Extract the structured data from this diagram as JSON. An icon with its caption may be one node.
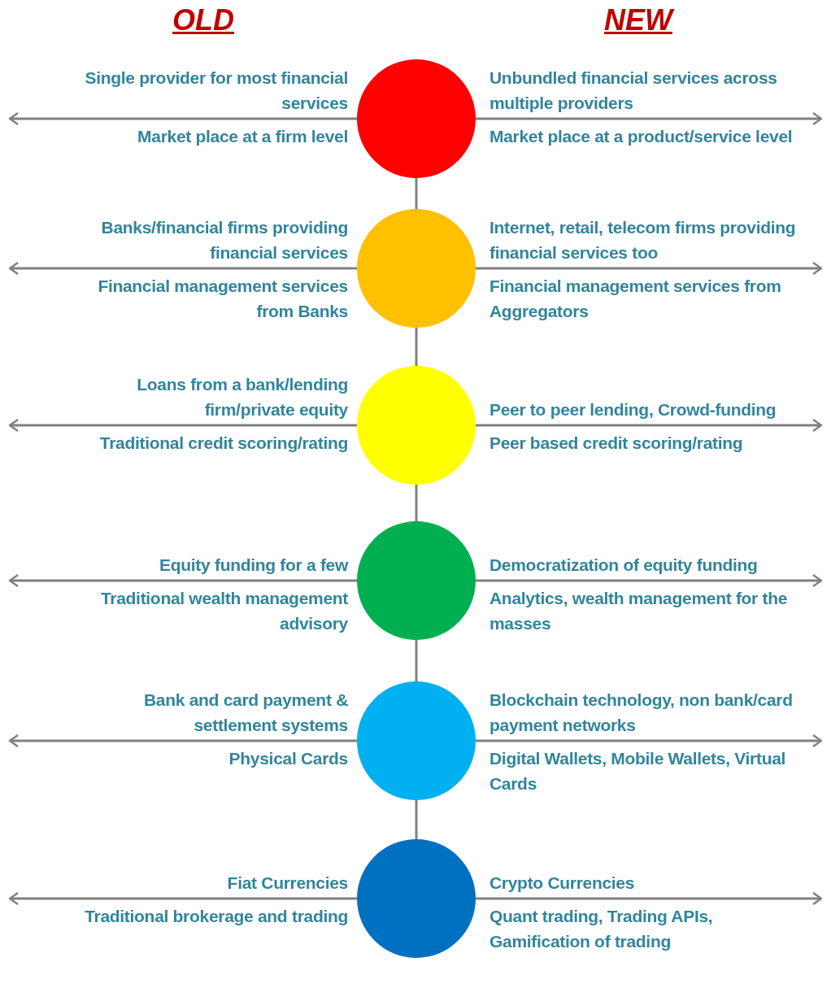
{
  "diagram": {
    "nodes": [
      {
        "text": [],
        "shape": "circle",
        "beside": [
          "Single provider for most financial services",
          "Market place at a firm level",
          "Unbundled financial services across multiple providers",
          "Market place at a product/service level"
        ]
      },
      {
        "text": [],
        "shape": "circle",
        "beside": [
          "Banks/financial firms providing financial services",
          "Financial management services from Banks",
          "Internet, retail, telecom firms providing financial services too",
          "Financial management services from Aggregators"
        ]
      },
      {
        "text": [],
        "shape": "circle",
        "beside": [
          "Loans from a bank/lending firm/private equity",
          "Traditional credit scoring/rating",
          "Peer to peer lending, Crowd-funding",
          "Peer based credit scoring/rating"
        ]
      },
      {
        "text": [],
        "shape": "circle",
        "beside": [
          "Equity funding for a few",
          "Traditional wealth management advisory",
          "Democratization of equity funding",
          "Analytics, wealth management for the masses"
        ]
      },
      {
        "text": [],
        "shape": "circle",
        "beside": [
          "Bank and card payment & settlement systems",
          "Physical Cards",
          "Blockchain technology, non bank/card payment networks",
          "Digital Wallets, Mobile Wallets, Virtual Cards"
        ]
      },
      {
        "text": [],
        "shape": "circle",
        "beside": [
          "Fiat Currencies",
          "Traditional brokerage and trading",
          "Crypto Currencies",
          "Quant trading, Trading APIs, Gamification of trading"
        ]
      }
    ],
    "edges": [
      {
        "from": 0,
        "to": 1,
        "arrow": "none"
      },
      {
        "from": 1,
        "to": 2,
        "arrow": "none"
      },
      {
        "from": 2,
        "to": 3,
        "arrow": "none"
      },
      {
        "from": 3,
        "to": 4,
        "arrow": "none"
      },
      {
        "from": 4,
        "to": 5,
        "arrow": "none"
      },
      {
        "from": 0,
        "to": null,
        "arrow": "to"
      },
      {
        "from": 0,
        "to": null,
        "arrow": "to"
      },
      {
        "from": 1,
        "to": null,
        "arrow": "to"
      },
      {
        "from": 1,
        "to": null,
        "arrow": "to"
      },
      {
        "from": 2,
        "to": null,
        "arrow": "to"
      },
      {
        "from": 2,
        "to": null,
        "arrow": "to"
      },
      {
        "from": 3,
        "to": null,
        "arrow": "to"
      },
      {
        "from": 3,
        "to": null,
        "arrow": "to"
      },
      {
        "from": 4,
        "to": null,
        "arrow": "to"
      },
      {
        "from": 4,
        "to": null,
        "arrow": "to"
      },
      {
        "from": 5,
        "to": null,
        "arrow": "to"
      },
      {
        "from": 5,
        "to": null,
        "arrow": "to"
      }
    ],
    "labels": [
      "OLD",
      "NEW"
    ]
  }
}
